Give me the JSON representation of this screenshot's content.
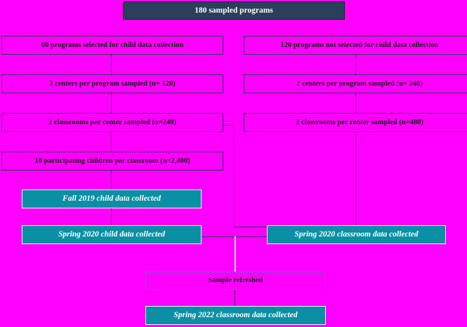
{
  "diagram": {
    "title": "180 sampled programs",
    "background_color": "#FF00FF",
    "accent_navy": "#2B3E5B",
    "accent_teal": "#0B8FA4",
    "nodes": [
      {
        "id": "root",
        "label": "180 sampled programs"
      },
      {
        "id": "selected",
        "label": "60 programs selected for child data collection"
      },
      {
        "id": "not_selected",
        "label": "120 programs not selected for child data collection"
      },
      {
        "id": "centers_left",
        "label": "2 centers per program sampled (n= 120)"
      },
      {
        "id": "centers_right",
        "label": "2 centers per program sampled (n= 240)"
      },
      {
        "id": "classrooms_left",
        "label": "2 classrooms per center sampled (n=240)"
      },
      {
        "id": "classrooms_right",
        "label": "2 classrooms per center sampled (n=480)"
      },
      {
        "id": "children",
        "label": "10 participating children per classroom (n=2,400)"
      },
      {
        "id": "fall2019",
        "label": "Fall 2019 child data collected"
      },
      {
        "id": "spring2020_child",
        "label": "Spring 2020 child data collected"
      },
      {
        "id": "spring2020_class",
        "label": "Spring 2020 classroom data collected"
      },
      {
        "id": "sample_refreshed",
        "label": "Sample refreshed"
      },
      {
        "id": "spring2022_class",
        "label": "Spring 2022 classroom data collected"
      }
    ]
  }
}
